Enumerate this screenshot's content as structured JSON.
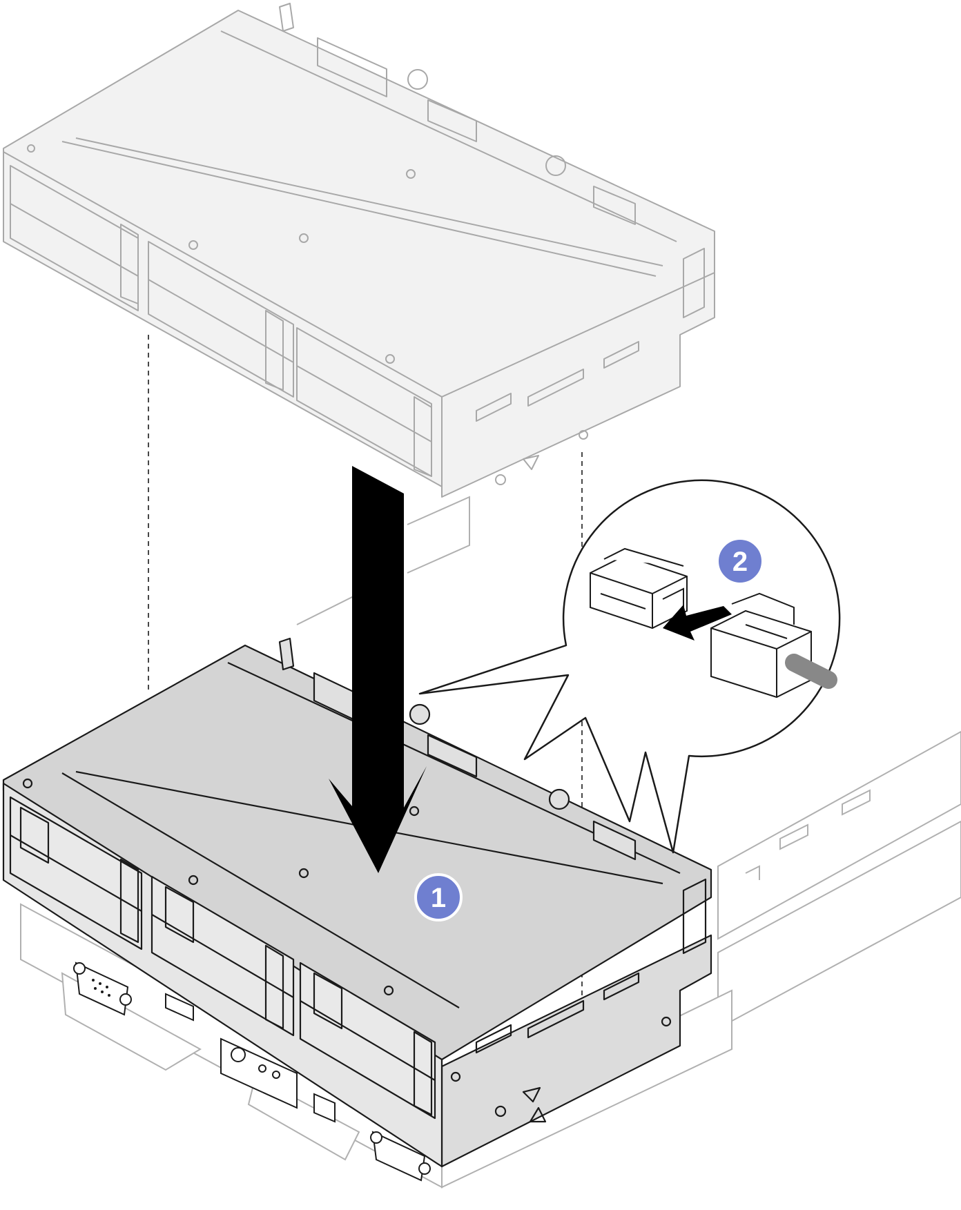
{
  "figure": {
    "steps": [
      {
        "number": "1",
        "action": "lower-drive-cage-into-chassis"
      },
      {
        "number": "2",
        "action": "connect-power-cable-to-backplane"
      }
    ],
    "colors": {
      "callout_fill": "#6f7fd0",
      "callout_stroke": "#ffffff",
      "outline": "#1a1a1a",
      "ghost_outline": "#a8a8a8",
      "ghost_fill": "#f1f1f1",
      "body_fill": "#e2e2e2",
      "top_fill": "#d9d9d9",
      "arrow": "#000000",
      "cable": "#888888"
    },
    "icons": [
      "down-arrow-icon",
      "push-arrow-icon",
      "magnifier-callout",
      "step-callout"
    ]
  }
}
